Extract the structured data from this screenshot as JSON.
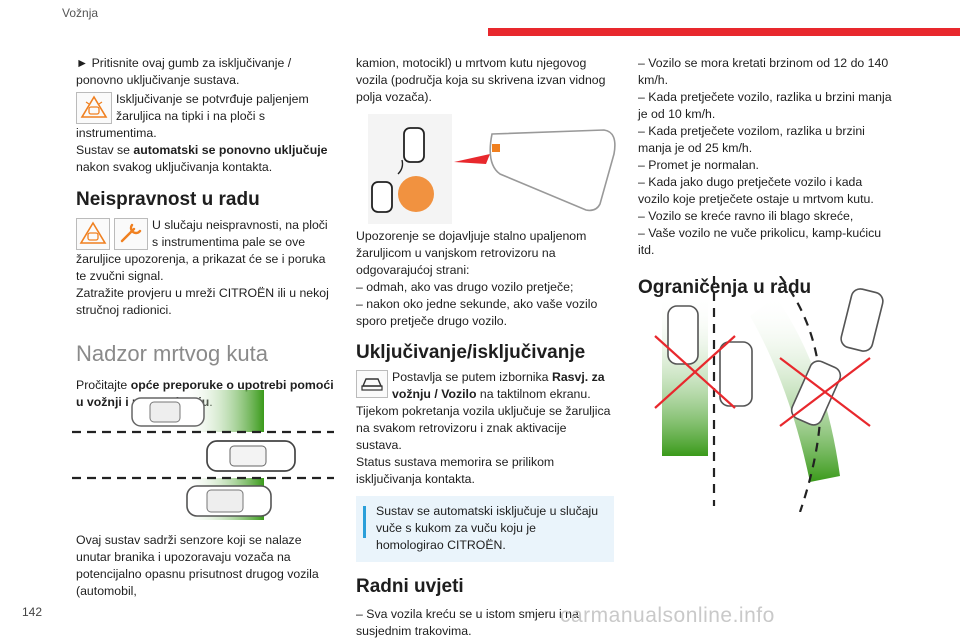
{
  "header": {
    "section": "Vožnja",
    "page_number": "142",
    "watermark": "carmanualsonline.info"
  },
  "col1": {
    "p1": "► Pritisnite ovaj gumb za isključivanje / ponovno uključivanje sustava.",
    "p2": "Isključivanje se potvrđuje paljenjem žaruljica na tipki i na ploči s instrumentima.",
    "p3a": "Sustav se ",
    "p3b": "automatski se ponovno uključuje",
    "p3c": " nakon svakog uključivanja kontakta.",
    "h_fault": "Neispravnost u radu",
    "fault_text": "U slučaju neispravnosti, na ploči s instrumentima pale se ove žaruljice upozorenja, a prikazat će se i poruka te zvučni signal.",
    "fault_text2": "Zatražite provjeru u mreži CITROËN ili u nekoj stručnoj radionici.",
    "h_main": "Nadzor mrtvog kuta",
    "read_a": "Pročitajte ",
    "read_b": "opće preporuke o upotrebi pomoći u vožnji i manevriranju",
    "read_c": ".",
    "bottom": "Ovaj sustav sadrži senzore koji se nalaze unutar branika i upozoravaju vozača na potencijalno opasnu prisutnost drugog vozila (automobil,"
  },
  "col2": {
    "top": "kamion, motocikl) u mrtvom kutu njegovog vozila (područja koja su skrivena izvan vidnog polja vozača).",
    "lamp_text": "Upozorenje se dojavljuje stalno upaljenom žaruljicom u vanjskom retrovizoru na odgovarajućoj strani:",
    "lamp_item1": "– odmah, ako vas drugo vozilo pretječe;",
    "lamp_item2": "– nakon oko jedne sekunde, ako vaše vozilo sporo pretječe drugo vozilo.",
    "h_toggle": "Uključivanje/isključivanje",
    "t1a": "Postavlja se putem izbornika ",
    "t1b": "Rasvj. za vožnju / Vozilo",
    "t1c": " na taktilnom ekranu.",
    "t2": "Tijekom pokretanja vozila uključuje se žaruljica na svakom retrovizoru i znak aktivacije sustava.",
    "t3": "Status sustava memorira se prilikom isključivanja kontakta.",
    "info": "Sustav se automatski isključuje u slučaju vuče s kukom za vuču koju je homologirao CITROËN.",
    "h_cond": "Radni uvjeti",
    "cond1": "– Sva vozila kreću se u istom smjeru i na susjednim trakovima."
  },
  "col3": {
    "items": [
      "– Vozilo se mora kretati brzinom od 12 do 140 km/h.",
      "– Kada pretječete vozilo, razlika u brzini manja je od 10 km/h.",
      "– Kada pretječete vozilom, razlika u brzini manja je od 25 km/h.",
      "– Promet je normalan.",
      "– Kada jako dugo pretječete vozilo i kada vozilo koje pretječete ostaje u mrtvom kutu.",
      "– Vozilo se kreće ravno ili blago skreće,",
      "– Vaše vozilo ne vuče prikolicu, kamp-kućicu itd."
    ],
    "h_limits": "Ograničenja u radu"
  },
  "colors": {
    "accent": "#e8282d",
    "info": "#2b9fd9",
    "zone": "#3a9a1a",
    "warn": "#f08020"
  }
}
